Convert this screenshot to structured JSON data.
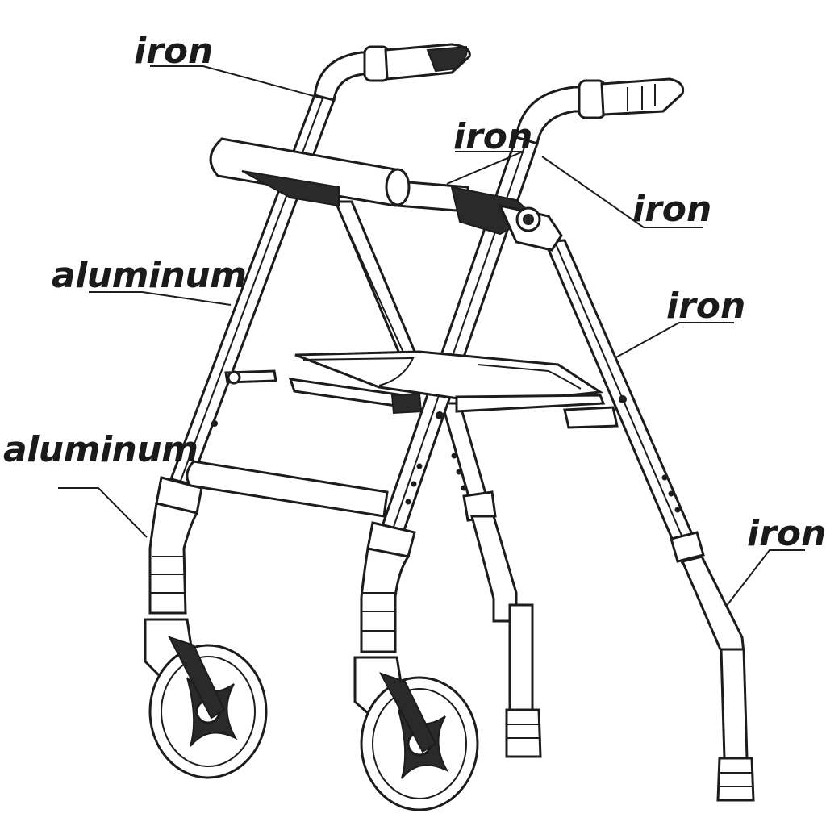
{
  "diagram": {
    "labels": [
      {
        "id": "iron-top-left",
        "text": "iron"
      },
      {
        "id": "iron-mid",
        "text": "iron"
      },
      {
        "id": "iron-right-handle",
        "text": "iron"
      },
      {
        "id": "aluminum-upper",
        "text": "aluminum"
      },
      {
        "id": "iron-right-mid",
        "text": "iron"
      },
      {
        "id": "aluminum-lower",
        "text": "aluminum"
      },
      {
        "id": "iron-right-low",
        "text": "iron"
      }
    ],
    "colors": {
      "line": "#1c1c1c",
      "background": "#ffffff",
      "label": "#1a1a1a"
    }
  }
}
